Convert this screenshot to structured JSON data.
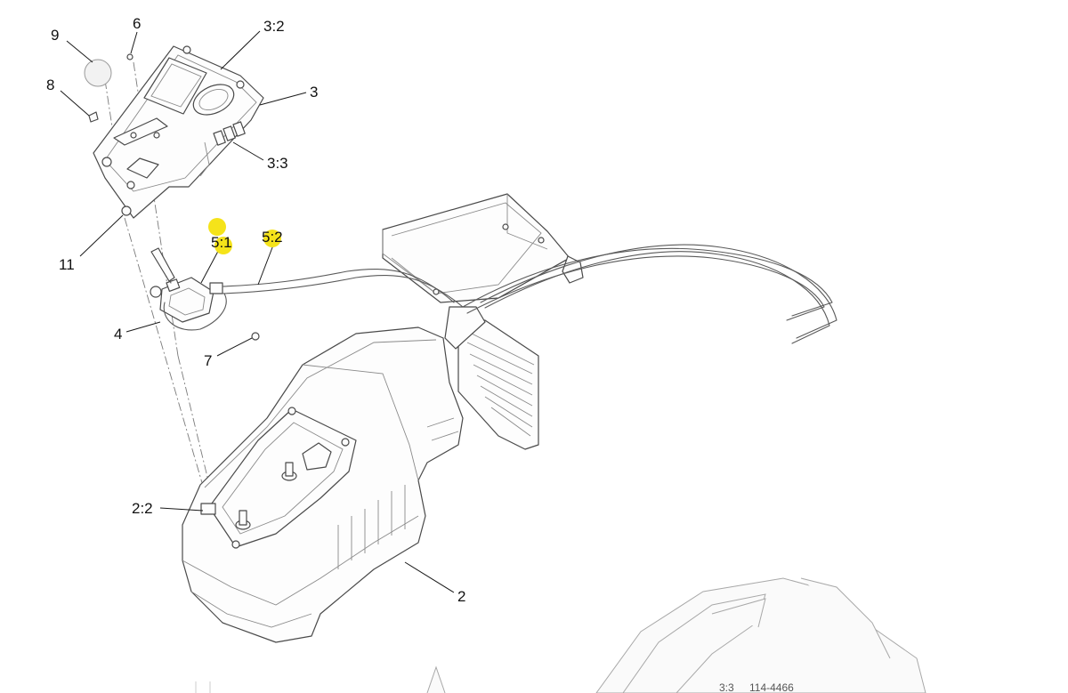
{
  "callouts": [
    {
      "id": "9",
      "label": "9"
    },
    {
      "id": "6",
      "label": "6"
    },
    {
      "id": "3-2",
      "label": "3:2"
    },
    {
      "id": "8",
      "label": "8"
    },
    {
      "id": "3",
      "label": "3"
    },
    {
      "id": "3-3",
      "label": "3:3"
    },
    {
      "id": "11",
      "label": "11"
    },
    {
      "id": "5-1",
      "label": "5:1"
    },
    {
      "id": "5-2",
      "label": "5:2"
    },
    {
      "id": "4",
      "label": "4"
    },
    {
      "id": "7",
      "label": "7"
    },
    {
      "id": "2-2",
      "label": "2:2"
    },
    {
      "id": "2",
      "label": "2"
    }
  ],
  "bottom_ref": {
    "left": "3:3",
    "right": "114-4466"
  },
  "highlight_color": "#f5e31a"
}
